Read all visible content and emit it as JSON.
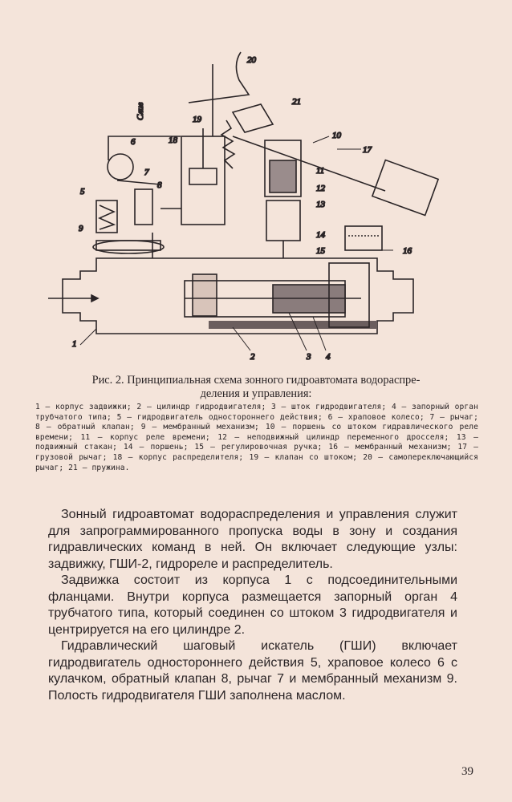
{
  "figure": {
    "labels": [
      "1",
      "2",
      "3",
      "4",
      "5",
      "6",
      "7",
      "8",
      "9",
      "10",
      "11",
      "12",
      "13",
      "14",
      "15",
      "16",
      "17",
      "18",
      "19",
      "20",
      "21"
    ],
    "drain_label": "Слив"
  },
  "caption": {
    "line1": "Рис. 2. Принципиальная схема зонного гидроавтомата водораспре-",
    "line2": "деления и управления:"
  },
  "legend": "1 — корпус задвижки; 2 — цилиндр гидродвигателя; 3 — шток гидродвигателя; 4 — запорный орган трубчатого типа; 5 — гидродвигатель одностороннего действия; 6 — храповое колесо; 7 — рычаг; 8 — обратный клапан; 9 — мембранный механизм; 10 — поршень со штоком гидравлического реле времени; 11 — корпус реле времени; 12 — неподвижный цилиндр переменного дросселя; 13 — подвижный стакан; 14 — поршень; 15 — регулировочная ручка; 16 — мембранный механизм; 17 — грузовой рычаг; 18 — корпус распределителя; 19 — клапан со штоком; 20 — самопереключающийся рычаг; 21 — пружина.",
  "paragraphs": [
    "Зонный гидроавтомат водораспределения и управления служит для запрограммированного пропуска воды в зону и создания гидравлических команд в ней. Он включает следующие узлы: задвижку, ГШИ-2, гидрореле и распределитель.",
    "Задвижка состоит из корпуса 1 с подсоединительными фланцами. Внутри корпуса размещается запорный орган 4 трубчатого типа, который соединен со штоком 3 гидродвигателя и центрируется на его цилиндре 2.",
    "Гидравлический шаговый искатель (ГШИ) включает гидродвигатель одностороннего действия 5, храповое колесо 6 с кулачком, обратный клапан 8, рычаг 7 и мембранный механизм 9. Полость гидродвигателя ГШИ заполнена маслом."
  ],
  "page_number": "39"
}
